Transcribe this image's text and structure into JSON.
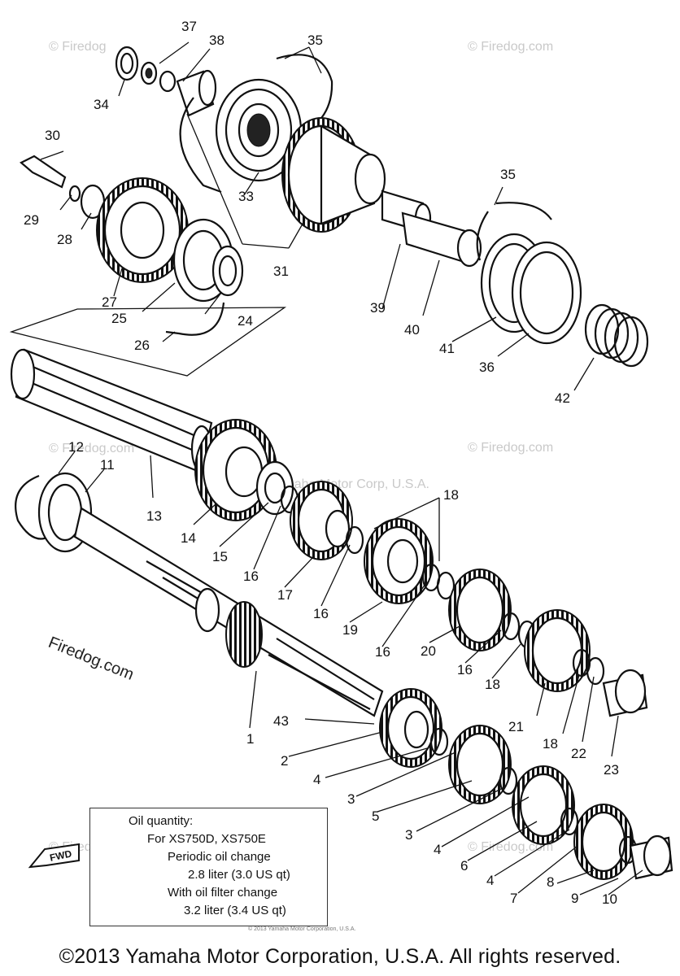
{
  "part_labels": {
    "p1": "1",
    "p2": "2",
    "p3a": "3",
    "p3b": "3",
    "p4a": "4",
    "p4b": "4",
    "p4c": "4",
    "p5": "5",
    "p6": "6",
    "p7": "7",
    "p8": "8",
    "p9": "9",
    "p10": "10",
    "p11": "11",
    "p12": "12",
    "p13": "13",
    "p14": "14",
    "p15": "15",
    "p16a": "16",
    "p16b": "16",
    "p16c": "16",
    "p16d": "16",
    "p17": "17",
    "p18a": "18",
    "p18b": "18",
    "p18c": "18",
    "p19": "19",
    "p20": "20",
    "p21": "21",
    "p22": "22",
    "p23": "23",
    "p24": "24",
    "p25": "25",
    "p26": "26",
    "p27": "27",
    "p28": "28",
    "p29": "29",
    "p30": "30",
    "p31": "31",
    "p33": "33",
    "p34": "34",
    "p35a": "35",
    "p35b": "35",
    "p36": "36",
    "p37": "37",
    "p38": "38",
    "p39": "39",
    "p40": "40",
    "p41": "41",
    "p42": "42",
    "p43": "43"
  },
  "watermarks": {
    "firedog": "© Firedog.com",
    "firedog_short": "© Firedog",
    "firedog_domain": "Firedog.com",
    "corp_center": "Yamaha Motor Corp, U.S.A."
  },
  "oil_box": {
    "title": "Oil quantity:",
    "models": "For XS750D, XS750E",
    "periodic": "Periodic oil change",
    "periodic_amount": "2.8 liter (3.0 US qt)",
    "filter": "With oil filter change",
    "filter_amount": "3.2 liter (3.4 US qt)"
  },
  "fwd_label": "FWD",
  "tiny_caption": "© 2013 Yamaha Motor Corporation, U.S.A.",
  "copyright": "©2013 Yamaha Motor Corporation, U.S.A. All rights reserved."
}
